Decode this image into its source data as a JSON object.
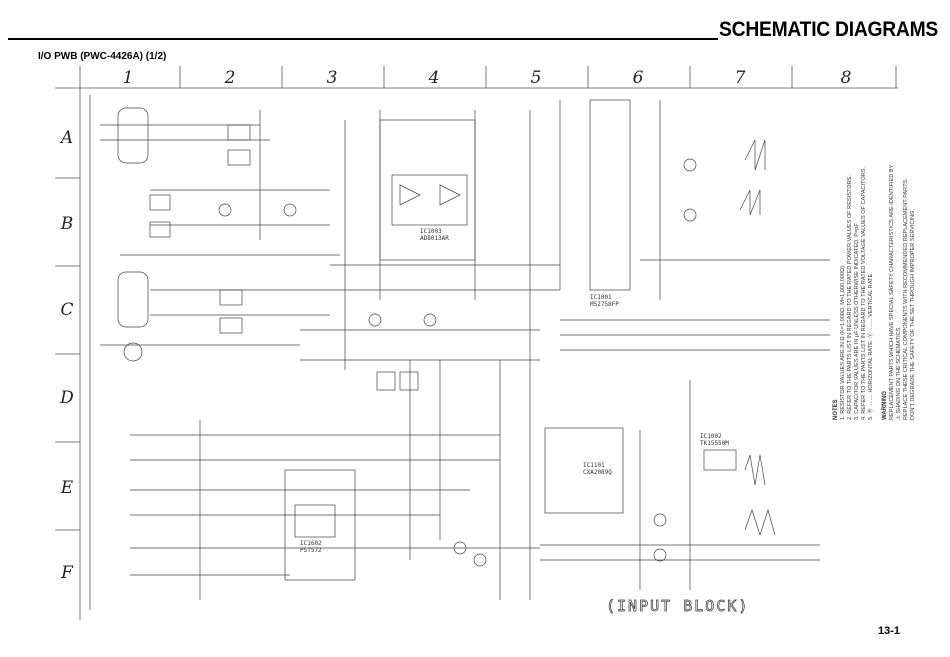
{
  "header": {
    "title": "SCHEMATIC DIAGRAMS",
    "subtitle": "I/O PWB (PWC-4426A) (1/2)"
  },
  "grid": {
    "columns": [
      "1",
      "2",
      "3",
      "4",
      "5",
      "6",
      "7",
      "8"
    ],
    "rows": [
      "A",
      "B",
      "C",
      "D",
      "E",
      "F"
    ]
  },
  "notes": {
    "heading": "NOTES",
    "items": [
      "1. RESISTOR VALUES ARE IN Ω (K=1,000Ω, M=1,000,000Ω).",
      "2. REFER TO THE PARTS LIST IN REGARD TO THE RATED POWER VALUES OF RESISTORS.",
      "3. CAPACITOR VALUES ARE IN µF UNLESS OTHERWISE INDICATED. P=pF",
      "4. REFER TO THE PARTS LIST IN REGARD TO THE RATED VOLTAGE VALUES OF CAPACITORS.",
      "5. Ⓗ ........ HORIZONTAL RATE.   Ⓥ ........ VERTICAL RATE."
    ],
    "warning_heading": "WARNING",
    "warning_items": [
      "REPLACEMENT PARTS WHICH HAVE SPECIAL SAFETY CHARACTERISTICS ARE IDENTIFIED BY",
      "  ⚠ SHADING ON THE SCHEMATICS.",
      "REPLACE THESE CRITICAL COMPONENTS WITH RECOMMENDED REPLACEMENT PARTS.",
      "DON'T DEGRADE THE SAFETY OF THE SET THROUGH IMPROPER SERVICING."
    ]
  },
  "ics": [
    {
      "ref": "IC1003",
      "part": "AD8013AR"
    },
    {
      "ref": "IC1001",
      "part": "M52758FP"
    },
    {
      "ref": "IC1002",
      "part": "TK15550M"
    },
    {
      "ref": "IC1101",
      "part": "CXA2089Q"
    },
    {
      "ref": "IC1602",
      "part": "PST572"
    }
  ],
  "block_label": "(INPUT BLOCK)",
  "page_number": "13-1"
}
